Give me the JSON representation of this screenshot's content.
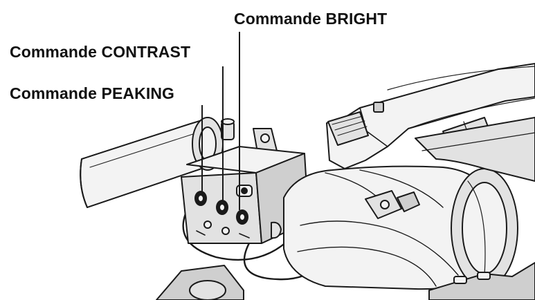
{
  "callouts": {
    "bright": "Commande BRIGHT",
    "contrast": "Commande CONTRAST",
    "peaking": "Commande PEAKING"
  },
  "colors": {
    "ink": "#1a1a1a",
    "fill_light": "#f3f3f3",
    "fill_mid": "#e2e2e2",
    "fill_dark": "#cfcfcf",
    "background": "#ffffff"
  }
}
